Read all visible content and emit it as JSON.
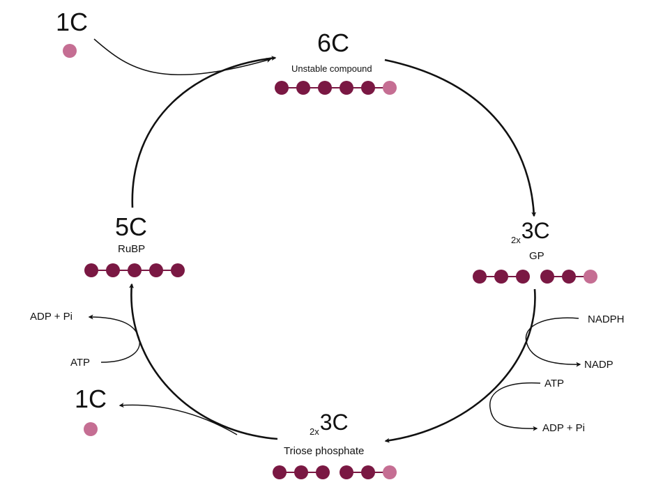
{
  "colors": {
    "dark_carbon": "#7a1843",
    "light_carbon": "#c56e93",
    "bond": "#7a1843",
    "arrow": "#111111"
  },
  "input_carbon": {
    "label": "1C"
  },
  "unstable": {
    "count": "6C",
    "name": "Unstable compound"
  },
  "gp": {
    "multiplier": "2x",
    "count": "3C",
    "name": "GP"
  },
  "triose": {
    "multiplier": "2x",
    "count": "3C",
    "name": "Triose phosphate"
  },
  "rubp": {
    "count": "5C",
    "name": "RuBP"
  },
  "output_carbon": {
    "label": "1C"
  },
  "reduction": {
    "nadph": "NADPH",
    "nadp": "NADP",
    "atp": "ATP",
    "adp_pi": "ADP + Pi"
  },
  "regeneration": {
    "atp": "ATP",
    "adp_pi": "ADP + Pi"
  }
}
